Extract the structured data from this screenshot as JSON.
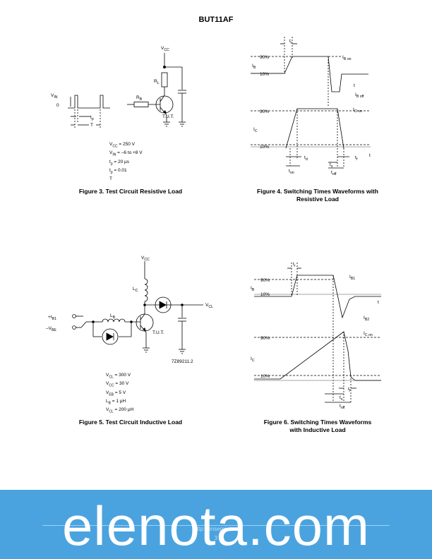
{
  "header": {
    "title": "BUT11AF"
  },
  "fig3": {
    "caption": "Figure 3. Test Circuit Resistive Load",
    "labels": {
      "vcc": "V",
      "vcc_sub": "CC",
      "rl": "R",
      "rl_sub": "L",
      "rb": "R",
      "rb_sub": "B",
      "tut": "T.U.T.",
      "vin": "V",
      "vin_sub": "IN",
      "zero": "0",
      "tp": "t",
      "tp_sub": "p",
      "T": "T"
    },
    "conditions": [
      {
        "a": "V",
        "s": "CC",
        "b": " = 250 V"
      },
      {
        "a": "V",
        "s": "IN",
        "b": " = –6 to +8 V"
      },
      {
        "a": "t",
        "s": "p",
        "b": " = 20 µs"
      },
      {
        "a": "t",
        "s": "p",
        "b": " = 0.01"
      },
      {
        "a": "T",
        "s": "",
        "b": ""
      }
    ]
  },
  "fig4": {
    "caption_line1": "Figure 4. Switching Times Waveforms with",
    "caption_line2": "Resistive Load",
    "labels": {
      "tr": "t",
      "tr_sub": "r",
      "p90a": "90%",
      "p10a": "10%",
      "ib": "I",
      "ib_sub": "B",
      "ibon": "I",
      "ibon_sub": "B on",
      "iboff": "I",
      "iboff_sub": "B off",
      "t1": "t",
      "p90b": "90%",
      "p10b": "10%",
      "ic": "I",
      "ic_sub": "C",
      "icon": "I",
      "icon_sub": "C on",
      "t2": "t",
      "td": "t",
      "td_sub": "d",
      "ts": "t",
      "ts_sub": "s",
      "tf": "t",
      "tf_sub": "f",
      "ton": "t",
      "ton_sub": "on",
      "toff": "t",
      "toff_sub": "off"
    }
  },
  "fig5": {
    "caption": "Figure 5. Test Circuit Inductive Load",
    "labels": {
      "vcc": "V",
      "vcc_sub": "CC",
      "lc": "L",
      "lc_sub": "C",
      "vcl": "V",
      "vcl_sub": "CL",
      "ib1": "+I",
      "ib1_sub": "B1",
      "vbe": "–V",
      "vbe_sub": "BE",
      "lb": "L",
      "lb_sub": "B",
      "tut": "T.U.T.",
      "ref": "7Z89211.2"
    },
    "conditions": [
      {
        "a": "V",
        "s": "CL",
        "b": " = 300 V"
      },
      {
        "a": "V",
        "s": "CC",
        "b": " = 30 V"
      },
      {
        "a": "V",
        "s": "EB",
        "b": " = 5 V"
      },
      {
        "a": "L",
        "s": "B",
        "b": " = 1 µH"
      },
      {
        "a": "V",
        "s": "CL",
        "b": " = 200 µH"
      }
    ]
  },
  "fig6": {
    "caption_line1": "Figure 6. Switching Times Waveforms",
    "caption_line2": "with Inductive Load",
    "labels": {
      "tr": "t",
      "tr_sub": "r",
      "ib1": "I",
      "ib1_sub": "B1",
      "p90a": "90%",
      "p10a": "10%",
      "ib": "I",
      "ib_sub": "B",
      "t1": "t",
      "ib2": "I",
      "ib2_sub": "B2",
      "icon": "I",
      "icon_sub": "C on",
      "p90b": "90%",
      "p10b": "10%",
      "ic": "I",
      "ic_sub": "C",
      "tf": "t",
      "tf_sub": "f",
      "ts": "t",
      "ts_sub": "s",
      "toff": "t",
      "toff_sub": "off"
    }
  },
  "footer": {
    "url": "http://onsemi.com",
    "page": "3",
    "watermark": "elenota.com"
  }
}
